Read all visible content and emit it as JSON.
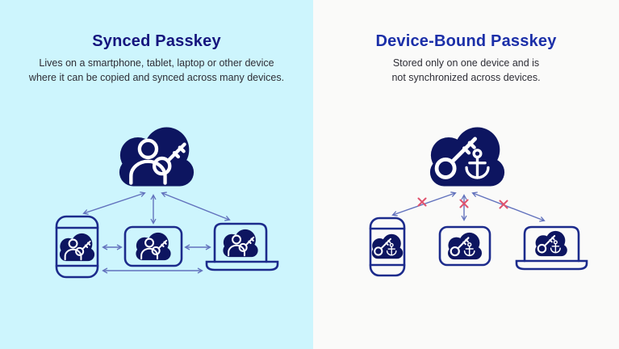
{
  "synced": {
    "title": "Synced Passkey",
    "description": "Lives on a smartphone, tablet, laptop or other device\nwhere it can be copied and synced across many devices.",
    "cloud_icon": "cloud-user-key-icon",
    "devices": [
      "smartphone",
      "tablet",
      "laptop"
    ],
    "sync_arrows": "bidirectional"
  },
  "device_bound": {
    "title": "Device-Bound Passkey",
    "description": "Stored only on one device and is\nnot synchronized across devices.",
    "cloud_icon": "cloud-key-anchor-icon",
    "devices": [
      "smartphone",
      "tablet",
      "laptop"
    ],
    "sync_arrows": "blocked-with-cross-marks"
  },
  "colors": {
    "left_background": "#cdf5fd",
    "right_background": "#fafaf9",
    "navy_fill": "#0d1560",
    "navy_line": "#1c2b8c",
    "title_left": "#15157e",
    "title_right": "#1b2fa8",
    "body_text": "#2e2e36",
    "arrow": "#6272bd",
    "cross": "#e0536e"
  }
}
